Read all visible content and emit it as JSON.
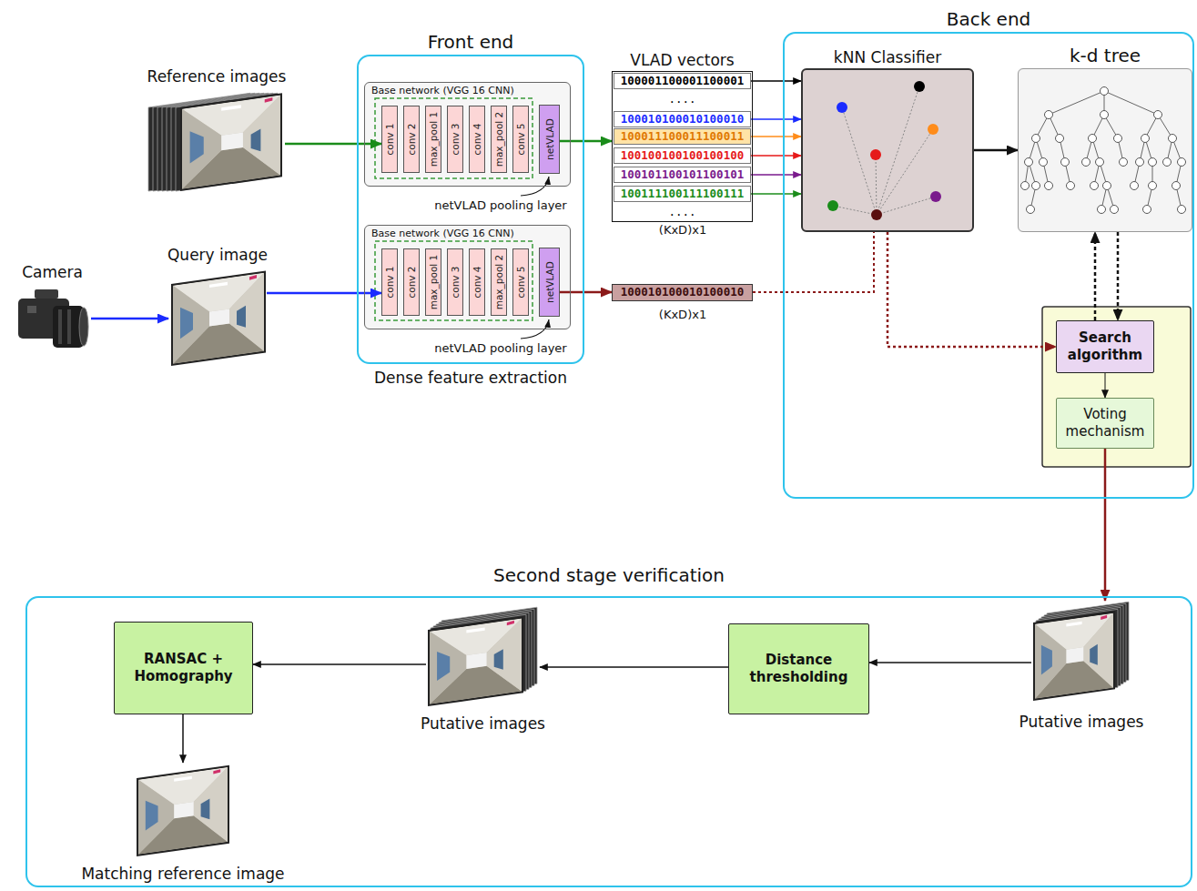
{
  "diagram": {
    "nodes": [
      {
        "text": [
          "Reference images"
        ]
      },
      {
        "text": [
          "Camera"
        ]
      },
      {
        "text": [
          "Query image"
        ]
      },
      {
        "text": [
          "Front end",
          "Dense feature extraction"
        ]
      },
      {
        "text": [
          "Base network (VGG 16 CNN)"
        ],
        "in": 3
      },
      {
        "text": [
          "conv 1"
        ],
        "in": 4
      },
      {
        "text": [
          "conv 2"
        ],
        "in": 4
      },
      {
        "text": [
          "max_pool 1"
        ],
        "in": 4
      },
      {
        "text": [
          "conv 3"
        ],
        "in": 4
      },
      {
        "text": [
          "conv 4"
        ],
        "in": 4
      },
      {
        "text": [
          "max_pool 2"
        ],
        "in": 4
      },
      {
        "text": [
          "conv 5"
        ],
        "in": 4
      },
      {
        "text": [
          "netVLAD"
        ],
        "in": 4
      },
      {
        "text": [
          "Base network (VGG 16 CNN)"
        ],
        "in": 3
      },
      {
        "text": [
          "conv 1"
        ],
        "in": 13
      },
      {
        "text": [
          "conv 2"
        ],
        "in": 13
      },
      {
        "text": [
          "max_pool 1"
        ],
        "in": 13
      },
      {
        "text": [
          "conv 3"
        ],
        "in": 13
      },
      {
        "text": [
          "conv 4"
        ],
        "in": 13
      },
      {
        "text": [
          "max_pool 2"
        ],
        "in": 13
      },
      {
        "text": [
          "conv 5"
        ],
        "in": 13
      },
      {
        "text": [
          "netVLAD"
        ],
        "in": 13
      },
      {
        "text": [
          "VLAD vectors"
        ]
      },
      {
        "text": [
          "100001100001100001"
        ],
        "in": 22
      },
      {
        "text": [
          "...."
        ],
        "in": 22
      },
      {
        "text": [
          "100010100010100010"
        ],
        "in": 22
      },
      {
        "text": [
          "100011100011100011"
        ],
        "in": 22
      },
      {
        "text": [
          "100100100100100100"
        ],
        "in": 22
      },
      {
        "text": [
          "100101100101100101"
        ],
        "in": 22
      },
      {
        "text": [
          "100111100111100111"
        ],
        "in": 22
      },
      {
        "text": [
          "...."
        ],
        "in": 22
      },
      {
        "text": [
          "100010100010100010"
        ]
      },
      {
        "text": [
          "Back end"
        ]
      },
      {
        "text": [
          "kNN Classifier"
        ],
        "in": 32
      },
      {
        "text": [
          "k-d tree"
        ],
        "in": 32
      },
      {
        "text": [
          "Search algorithm"
        ],
        "in": 32
      },
      {
        "text": [
          "Voting mechanism"
        ],
        "in": 32
      },
      {
        "text": [
          "Second stage verification"
        ]
      },
      {
        "text": [
          "Putative images"
        ],
        "in": 37
      },
      {
        "text": [
          "Distance thresholding"
        ],
        "in": 37
      },
      {
        "text": [
          "Putative images"
        ],
        "in": 37
      },
      {
        "text": [
          "RANSAC + Homography"
        ],
        "in": 37
      },
      {
        "text": [
          "Matching reference image"
        ],
        "in": 37
      }
    ],
    "edges": [
      {
        "from": 0,
        "to": 5,
        "arrow": "to"
      },
      {
        "from": 1,
        "to": 2,
        "arrow": "to"
      },
      {
        "from": 2,
        "to": 14,
        "arrow": "to"
      },
      {
        "from": 12,
        "to": 22,
        "arrow": "to"
      },
      {
        "from": 21,
        "to": 31,
        "arrow": "to"
      },
      {
        "from": 23,
        "to": 33,
        "arrow": "to"
      },
      {
        "from": 25,
        "to": 33,
        "arrow": "to"
      },
      {
        "from": 26,
        "to": 33,
        "arrow": "to"
      },
      {
        "from": 27,
        "to": 33,
        "arrow": "to"
      },
      {
        "from": 28,
        "to": 33,
        "arrow": "to"
      },
      {
        "from": 29,
        "to": 33,
        "arrow": "to"
      },
      {
        "from": 31,
        "to": 33,
        "arrow": "none"
      },
      {
        "from": 33,
        "to": 34,
        "arrow": "to"
      },
      {
        "from": 33,
        "to": 35,
        "arrow": "to"
      },
      {
        "from": 35,
        "to": 34,
        "arrow": "to"
      },
      {
        "from": 34,
        "to": 35,
        "arrow": "to"
      },
      {
        "from": 35,
        "to": 36,
        "arrow": "to"
      },
      {
        "from": 36,
        "to": 38,
        "arrow": "to"
      },
      {
        "from": 38,
        "to": 39,
        "arrow": "to"
      },
      {
        "from": 39,
        "to": 40,
        "arrow": "to"
      },
      {
        "from": 40,
        "to": 41,
        "arrow": "to"
      },
      {
        "from": 41,
        "to": 42,
        "arrow": "to"
      }
    ],
    "labels": [
      "netVLAD pooling layer",
      "netVLAD pooling layer",
      "(KxD)x1",
      "(KxD)x1"
    ]
  }
}
